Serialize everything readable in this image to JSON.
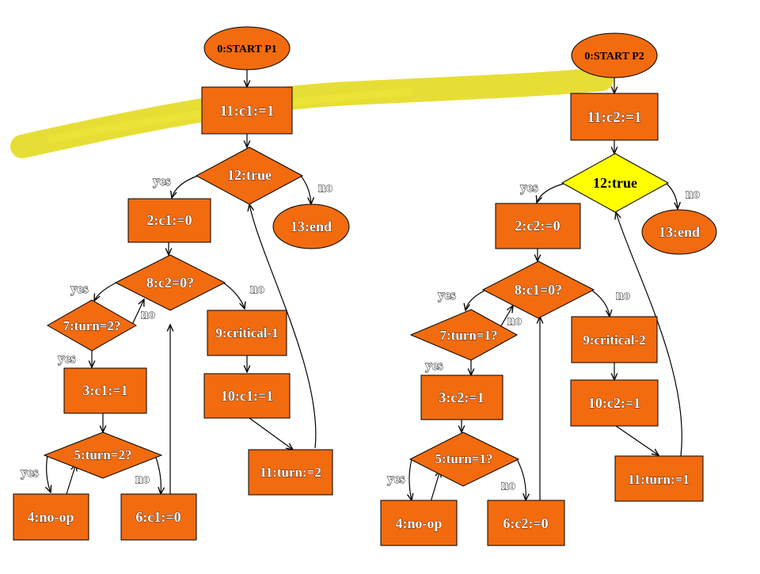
{
  "colors": {
    "node_fill": "#F26B0F",
    "node_stroke": "#000000",
    "highlight_fill": "#FFFF00",
    "highlighter_stroke": "#E6DC2A",
    "edge": "#000000",
    "background": "#FFFFFF"
  },
  "p1": {
    "start": "0:START P1",
    "n11": "11:c1:=1",
    "n12": "12:true",
    "n13": "13:end",
    "n2": "2:c1:=0",
    "n8": "8:c2=0?",
    "n7": "7:turn=2?",
    "n3": "3:c1:=1",
    "n5": "5:turn=2?",
    "n4": "4:no-op",
    "n6": "6:c1:=0",
    "n9": "9:critical-1",
    "n10": "10:c1:=1",
    "n11b": "11:turn:=2",
    "lbl_yes_12": "yes",
    "lbl_no_12": "no",
    "lbl_yes_8": "yes",
    "lbl_no_8": "no",
    "lbl_no_7": "no",
    "lbl_yes_7": "yes",
    "lbl_yes_5": "yes",
    "lbl_no_5": "no"
  },
  "p2": {
    "start": "0:START P2",
    "n11": "11:c2:=1",
    "n12": "12:true",
    "n13": "13:end",
    "n2": "2:c2:=0",
    "n8": "8:c1=0?",
    "n7": "7:turn=1?",
    "n3": "3:c2:=1",
    "n5": "5:turn=1?",
    "n4": "4:no-op",
    "n6": "6:c2:=0",
    "n9": "9:critical-2",
    "n10": "10:c2:=1",
    "n11b": "11:turn:=1",
    "lbl_yes_12": "yes",
    "lbl_no_12": "no",
    "lbl_yes_8": "yes",
    "lbl_no_8": "no",
    "lbl_no_7": "no",
    "lbl_yes_7": "yes",
    "lbl_yes_5": "yes",
    "lbl_no_5": "no"
  }
}
